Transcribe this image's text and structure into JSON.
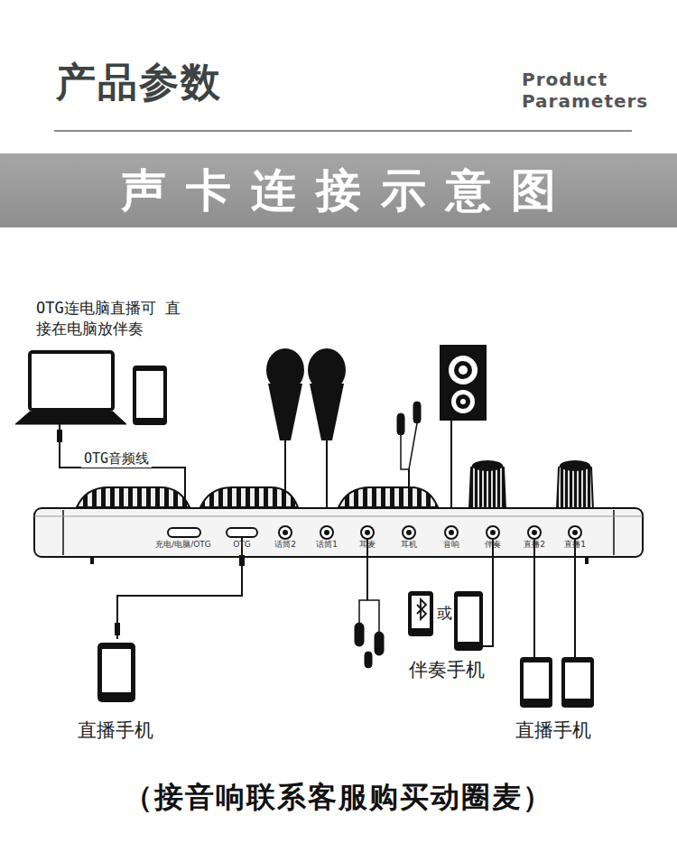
{
  "diagram": {
    "title": "产品参数",
    "caption": "（接音响联系客服购买动圈麦）",
    "nodes": [
      {
        "text": [
          "声卡连接示意图"
        ]
      },
      {
        "text": [
          "充电/电脑/OTG",
          "OTG",
          "话筒2",
          "话筒1",
          "耳麦",
          "耳机",
          "音响",
          "伴奏",
          "直播2",
          "直播1"
        ]
      }
    ],
    "labels": [
      "Product Parameters",
      "OTG连电脑直播可 直接在电脑放伴奏",
      "OTG音频线",
      "或",
      "伴奏手机",
      "直播手机",
      "直播手机"
    ]
  }
}
